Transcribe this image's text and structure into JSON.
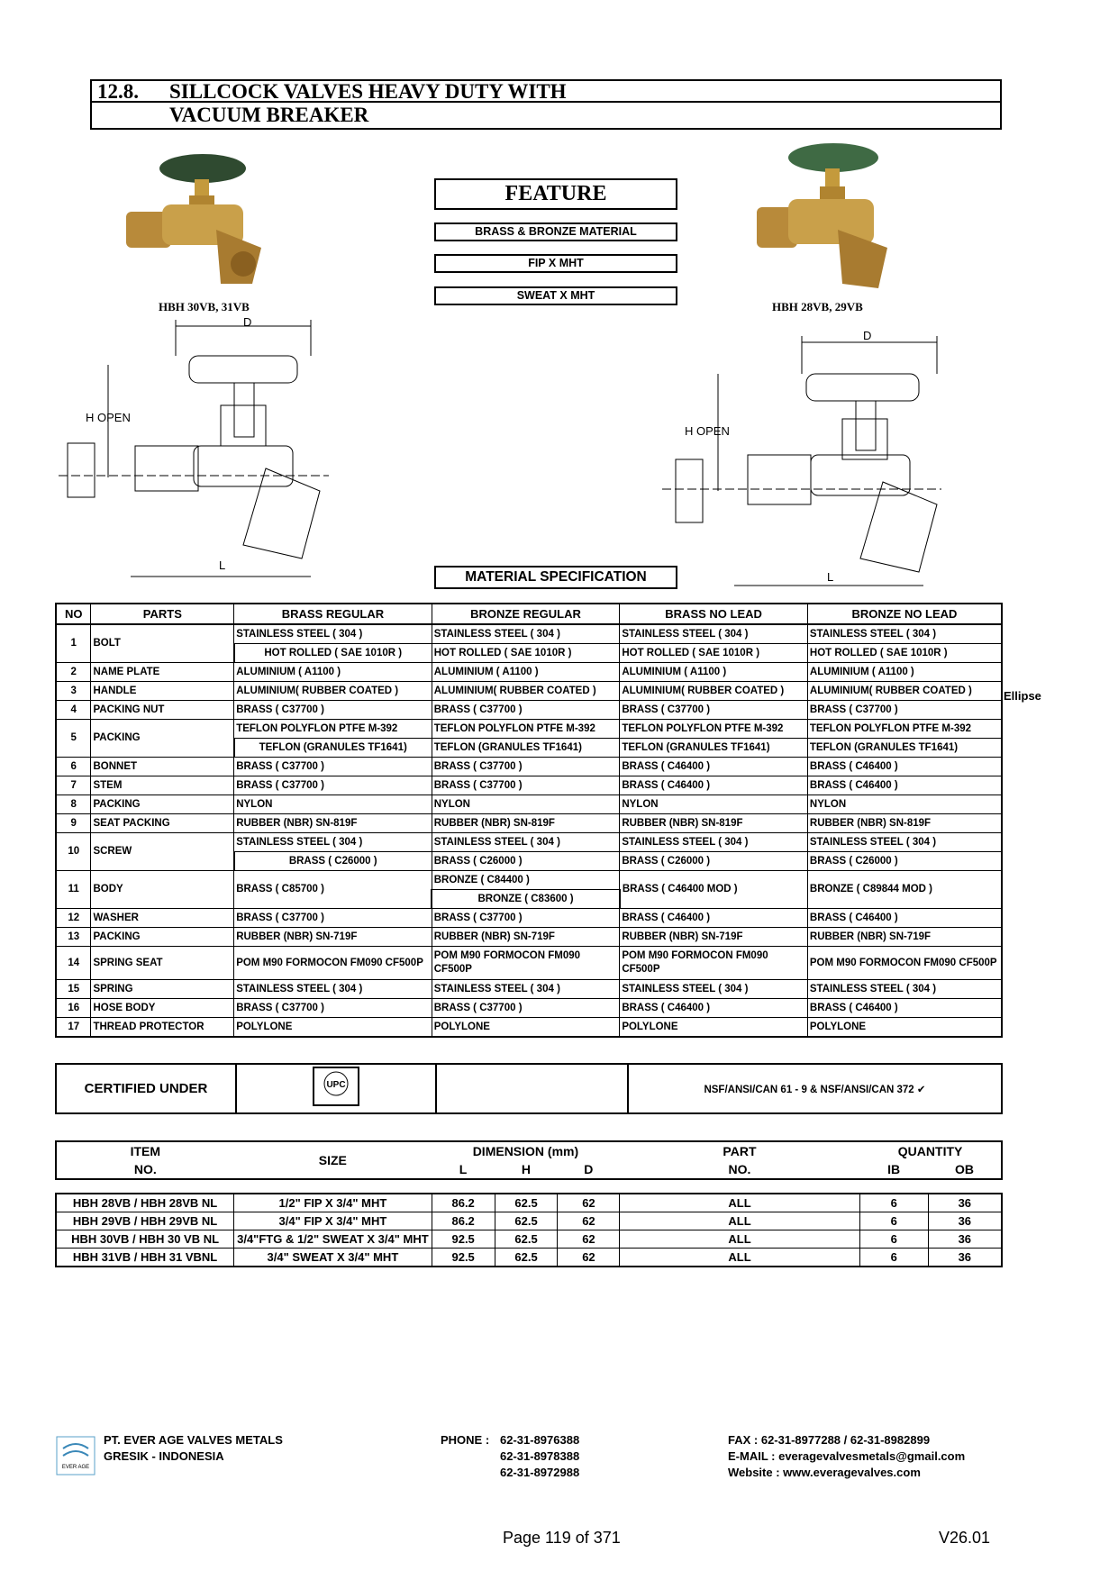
{
  "section": {
    "number": "12.8.",
    "title_line1": "SILLCOCK VALVES HEAVY DUTY WITH",
    "title_line2": "VACUUM BREAKER"
  },
  "feature": {
    "title": "FEATURE",
    "items": [
      "BRASS & BRONZE MATERIAL",
      "FIP X MHT",
      "SWEAT X MHT"
    ]
  },
  "products": {
    "left_caption": "HBH 30VB, 31VB",
    "right_caption": "HBH 28VB, 29VB"
  },
  "drawing_labels": {
    "d": "D",
    "h_open": "H  OPEN",
    "l": "L"
  },
  "material_spec_title": "MATERIAL SPECIFICATION",
  "material_table": {
    "headers": [
      "NO",
      "PARTS",
      "BRASS REGULAR",
      "BRONZE REGULAR",
      "BRASS NO LEAD",
      "BRONZE NO LEAD"
    ],
    "rows": [
      {
        "no": "1",
        "part": "BOLT",
        "br": [
          "STAINLESS STEEL ( 304 )",
          "HOT ROLLED ( SAE 1010R )"
        ],
        "bz": [
          "STAINLESS STEEL ( 304 )",
          "HOT ROLLED ( SAE 1010R )"
        ],
        "bnl": [
          "STAINLESS STEEL ( 304 )",
          "HOT ROLLED ( SAE 1010R )"
        ],
        "bznl": [
          "STAINLESS STEEL ( 304 )",
          "HOT ROLLED ( SAE 1010R )"
        ]
      },
      {
        "no": "2",
        "part": "NAME PLATE",
        "br": [
          "ALUMINIUM  ( A1100 )"
        ],
        "bz": [
          "ALUMINIUM  ( A1100 )"
        ],
        "bnl": [
          "ALUMINIUM  ( A1100 )"
        ],
        "bznl": [
          "ALUMINIUM  ( A1100 )"
        ]
      },
      {
        "no": "3",
        "part": "HANDLE",
        "br": [
          "ALUMINIUM( RUBBER COATED )"
        ],
        "bz": [
          "ALUMINIUM( RUBBER COATED )"
        ],
        "bnl": [
          "ALUMINIUM( RUBBER COATED )"
        ],
        "bznl": [
          "ALUMINIUM( RUBBER COATED )"
        ]
      },
      {
        "no": "4",
        "part": "PACKING NUT",
        "br": [
          "BRASS ( C37700 )"
        ],
        "bz": [
          "BRASS ( C37700 )"
        ],
        "bnl": [
          "BRASS ( C37700 )"
        ],
        "bznl": [
          "BRASS ( C37700 )"
        ]
      },
      {
        "no": "5",
        "part": "PACKING",
        "br": [
          "TEFLON POLYFLON PTFE M-392",
          "TEFLON (GRANULES TF1641)"
        ],
        "bz": [
          "TEFLON POLYFLON PTFE M-392",
          "TEFLON (GRANULES TF1641)"
        ],
        "bnl": [
          "TEFLON POLYFLON PTFE M-392",
          "TEFLON (GRANULES TF1641)"
        ],
        "bznl": [
          "TEFLON POLYFLON PTFE M-392",
          "TEFLON (GRANULES TF1641)"
        ]
      },
      {
        "no": "6",
        "part": "BONNET",
        "br": [
          "BRASS ( C37700 )"
        ],
        "bz": [
          "BRASS ( C37700 )"
        ],
        "bnl": [
          "BRASS ( C46400 )"
        ],
        "bznl": [
          "BRASS ( C46400 )"
        ]
      },
      {
        "no": "7",
        "part": "STEM",
        "br": [
          "BRASS ( C37700 )"
        ],
        "bz": [
          "BRASS ( C37700 )"
        ],
        "bnl": [
          "BRASS ( C46400 )"
        ],
        "bznl": [
          "BRASS ( C46400 )"
        ]
      },
      {
        "no": "8",
        "part": "PACKING",
        "br": [
          "NYLON"
        ],
        "bz": [
          "NYLON"
        ],
        "bnl": [
          "NYLON"
        ],
        "bznl": [
          "NYLON"
        ]
      },
      {
        "no": "9",
        "part": "SEAT PACKING",
        "br": [
          "RUBBER (NBR) SN-819F"
        ],
        "bz": [
          "RUBBER (NBR) SN-819F"
        ],
        "bnl": [
          "RUBBER (NBR) SN-819F"
        ],
        "bznl": [
          "RUBBER (NBR) SN-819F"
        ]
      },
      {
        "no": "10",
        "part": "SCREW",
        "br": [
          "STAINLESS STEEL ( 304 )",
          "BRASS ( C26000 )"
        ],
        "bz": [
          "STAINLESS STEEL ( 304 )",
          "BRASS ( C26000 )"
        ],
        "bnl": [
          "STAINLESS STEEL ( 304 )",
          "BRASS ( C26000 )"
        ],
        "bznl": [
          "STAINLESS STEEL ( 304 )",
          "BRASS ( C26000 )"
        ]
      },
      {
        "no": "11",
        "part": "BODY",
        "br": [
          "BRASS ( C85700 )"
        ],
        "bz": [
          "BRONZE ( C84400 )",
          "BRONZE ( C83600 )"
        ],
        "bnl": [
          "BRASS ( C46400 MOD )"
        ],
        "bznl": [
          "BRONZE ( C89844 MOD )"
        ]
      },
      {
        "no": "12",
        "part": "WASHER",
        "br": [
          "BRASS ( C37700 )"
        ],
        "bz": [
          "BRASS ( C37700 )"
        ],
        "bnl": [
          "BRASS ( C46400 )"
        ],
        "bznl": [
          "BRASS ( C46400 )"
        ]
      },
      {
        "no": "13",
        "part": "PACKING",
        "br": [
          "RUBBER (NBR) SN-719F"
        ],
        "bz": [
          "RUBBER (NBR) SN-719F"
        ],
        "bnl": [
          "RUBBER (NBR) SN-719F"
        ],
        "bznl": [
          "RUBBER (NBR) SN-719F"
        ]
      },
      {
        "no": "14",
        "part": "SPRING SEAT",
        "br": [
          "POM M90 FORMOCON FM090 CF500P"
        ],
        "bz": [
          "POM M90 FORMOCON FM090 CF500P"
        ],
        "bnl": [
          "POM M90 FORMOCON FM090 CF500P"
        ],
        "bznl": [
          "POM M90 FORMOCON FM090 CF500P"
        ]
      },
      {
        "no": "15",
        "part": "SPRING",
        "br": [
          "STAINLESS STEEL ( 304 )"
        ],
        "bz": [
          "STAINLESS STEEL ( 304 )"
        ],
        "bnl": [
          "STAINLESS STEEL ( 304 )"
        ],
        "bznl": [
          "STAINLESS STEEL ( 304 )"
        ]
      },
      {
        "no": "16",
        "part": "HOSE BODY",
        "br": [
          "BRASS ( C37700 )"
        ],
        "bz": [
          "BRASS ( C37700 )"
        ],
        "bnl": [
          "BRASS ( C46400 )"
        ],
        "bznl": [
          "BRASS ( C46400 )"
        ]
      },
      {
        "no": "17",
        "part": "THREAD PROTECTOR",
        "br": [
          "POLYLONE"
        ],
        "bz": [
          "POLYLONE"
        ],
        "bnl": [
          "POLYLONE"
        ],
        "bznl": [
          "POLYLONE"
        ]
      }
    ]
  },
  "ellipse_label": "Ellipse",
  "certified": {
    "label": "CERTIFIED UNDER",
    "nsf_text": "NSF/ANSI/CAN 61 - 9 & NSF/ANSI/CAN 372",
    "logo_text": "UPC"
  },
  "dimension_table": {
    "h_item": "ITEM",
    "h_no": "NO.",
    "h_size": "SIZE",
    "h_dimension": "DIMENSION (mm)",
    "h_l": "L",
    "h_h": "H",
    "h_d": "D",
    "h_part": "PART",
    "h_part_no": "NO.",
    "h_quantity": "QUANTITY",
    "h_ib": "IB",
    "h_ob": "OB",
    "rows": [
      {
        "item": "HBH 28VB / HBH 28VB NL",
        "size": "1/2\" FIP X 3/4\" MHT",
        "l": "86.2",
        "h": "62.5",
        "d": "62",
        "part": "ALL",
        "ib": "6",
        "ob": "36"
      },
      {
        "item": "HBH 29VB / HBH 29VB NL",
        "size": "3/4\" FIP X 3/4\" MHT",
        "l": "86.2",
        "h": "62.5",
        "d": "62",
        "part": "ALL",
        "ib": "6",
        "ob": "36"
      },
      {
        "item": "HBH 30VB / HBH 30 VB NL",
        "size": "3/4\"FTG & 1/2\" SWEAT X      3/4\" MHT",
        "l": "92.5",
        "h": "62.5",
        "d": "62",
        "part": "ALL",
        "ib": "6",
        "ob": "36"
      },
      {
        "item": "HBH 31VB / HBH 31 VBNL",
        "size": "3/4\" SWEAT X 3/4\" MHT",
        "l": "92.5",
        "h": "62.5",
        "d": "62",
        "part": "ALL",
        "ib": "6",
        "ob": "36"
      }
    ]
  },
  "footer": {
    "company": "PT. EVER AGE VALVES METALS",
    "city": "GRESIK - INDONESIA",
    "phone_label": "PHONE :",
    "phones": [
      "62-31-8976388",
      "62-31-8978388",
      "62-31-8972988"
    ],
    "fax": "FAX  : 62-31-8977288 / 62-31-8982899",
    "email": "E-MAIL  : everagevalvesmetals@gmail.com",
    "website": "Website  : www.everagevalves.com",
    "logo_text": "EVER AGE",
    "page": "Page 119 of 371",
    "version": "V26.01"
  }
}
